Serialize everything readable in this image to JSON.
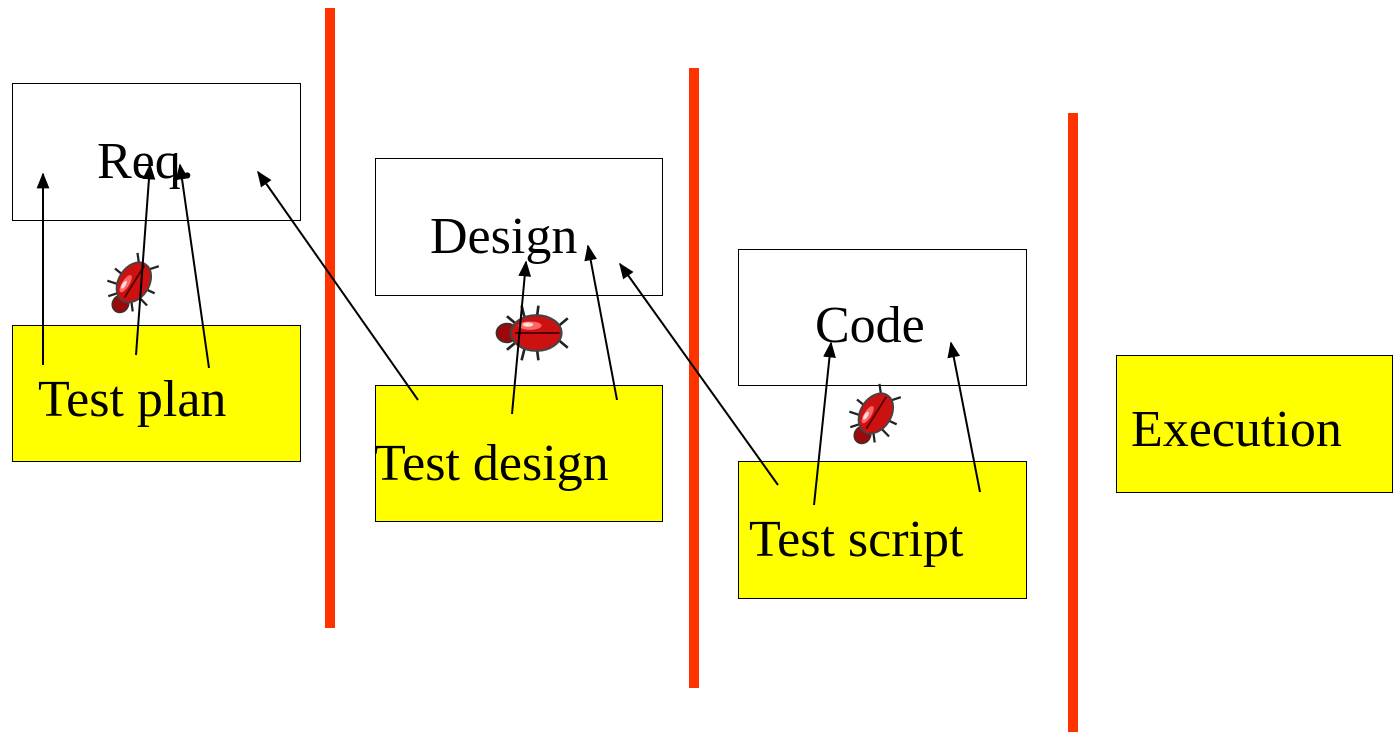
{
  "colors": {
    "divider": "#ff3300",
    "test_box_fill": "#ffff00",
    "artifact_box_fill": "#ffffff",
    "bug_body": "#cc1111",
    "bug_highlight": "#ff6666",
    "arrow": "#000000"
  },
  "artifacts": {
    "requirements": "Req.",
    "design": "Design",
    "code": "Code"
  },
  "test_activities": {
    "plan": "Test plan",
    "design": "Test design",
    "script": "Test script",
    "execution": "Execution"
  },
  "icons": [
    "bug-icon",
    "bug-icon",
    "bug-icon"
  ]
}
